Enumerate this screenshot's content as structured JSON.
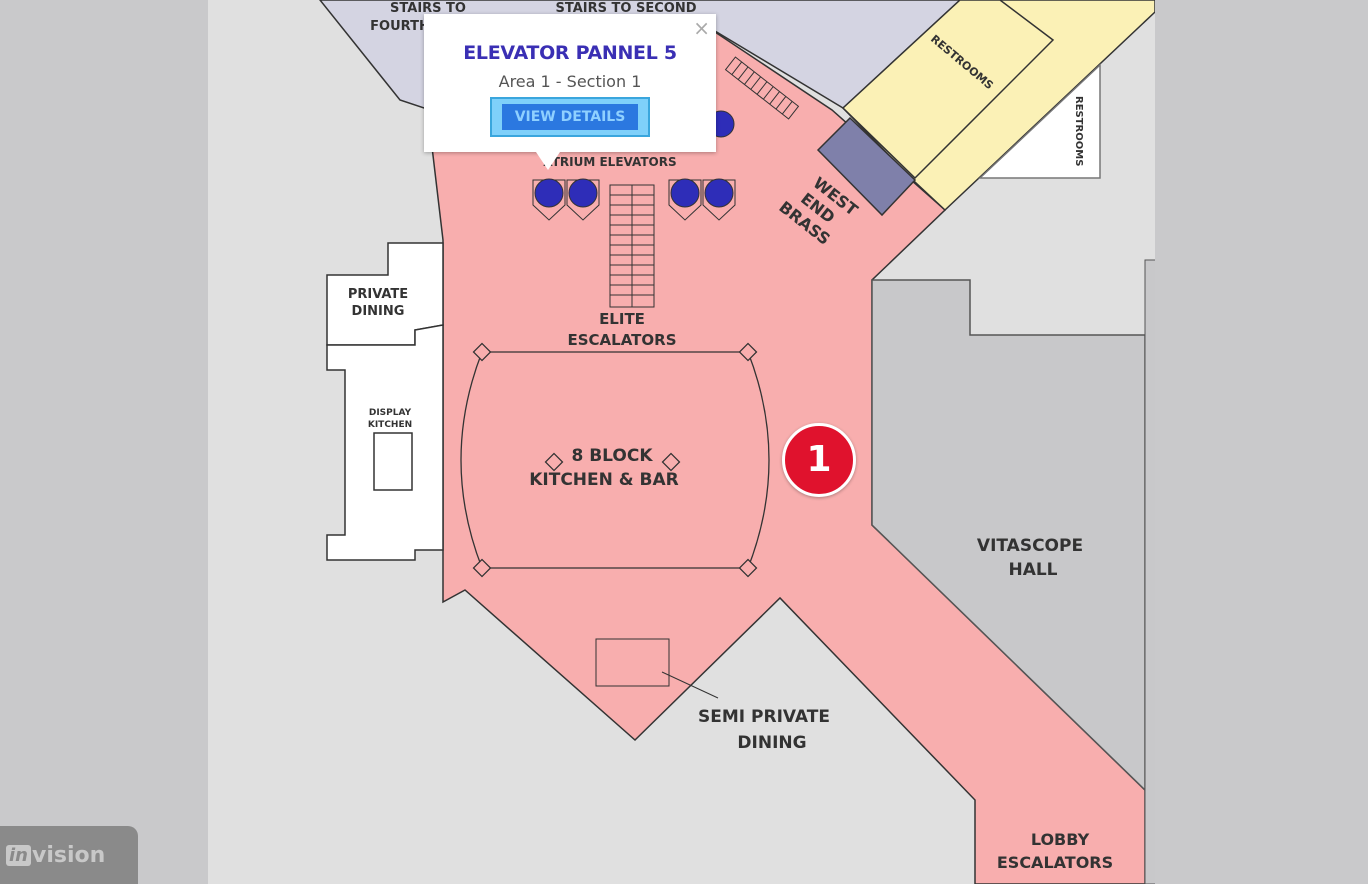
{
  "map": {
    "labels": {
      "stairs_fourth_1": "STAIRS TO",
      "stairs_fourth_2": "FOURTH",
      "stairs_second": "STAIRS TO SECOND",
      "atrium_elevators": "ATRIUM ELEVATORS",
      "restrooms_1": "RESTROOMS",
      "restrooms_2": "RESTROOMS",
      "west_end_brass_1": "WEST",
      "west_end_brass_2": "END",
      "west_end_brass_3": "BRASS",
      "private_dining_1": "PRIVATE",
      "private_dining_2": "DINING",
      "display_kitchen_1": "DISPLAY",
      "display_kitchen_2": "KITCHEN",
      "elite_escalators_1": "ELITE",
      "elite_escalators_2": "ESCALATORS",
      "kitchen_bar_1": "8 BLOCK",
      "kitchen_bar_2": "KITCHEN & BAR",
      "vitascope_1": "VITASCOPE",
      "vitascope_2": "HALL",
      "semi_private_1": "SEMI PRIVATE",
      "semi_private_2": "DINING",
      "lobby_escalators_1": "LOBBY",
      "lobby_escalators_2": "ESCALATORS"
    },
    "colors": {
      "highlight": "#f8aeae",
      "restroom": "#fbf1b6",
      "upper": "#d4d4e2",
      "elevator": "#2e2db8",
      "marker": "#e0122d"
    }
  },
  "popup": {
    "title": "ELEVATOR PANNEL 5",
    "subtitle": "Area 1 - Section 1",
    "button_label": "VIEW DETAILS",
    "close_label": "×"
  },
  "marker": {
    "number": "1"
  },
  "branding": {
    "logo_in": "in",
    "logo_vision": "vision"
  }
}
